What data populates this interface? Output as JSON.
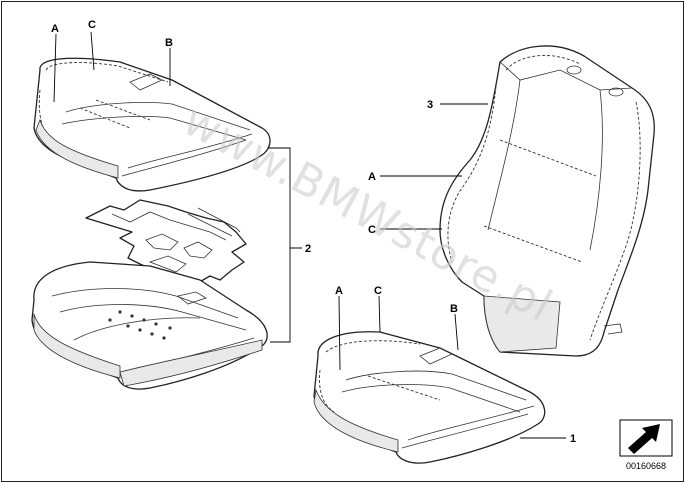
{
  "watermark": "www.BMWstore.pl",
  "document_number": "00160668",
  "labels": {
    "left_top_a": "A",
    "left_top_c": "C",
    "left_top_b": "B",
    "pad_2": "2",
    "right_3": "3",
    "right_a_back": "A",
    "right_c_back": "C",
    "right_a_cushion": "A",
    "right_c_cushion": "C",
    "right_b_cushion": "B",
    "right_1": "1"
  },
  "icons": {
    "nav_arrow": "diagonal-arrow-icon"
  }
}
